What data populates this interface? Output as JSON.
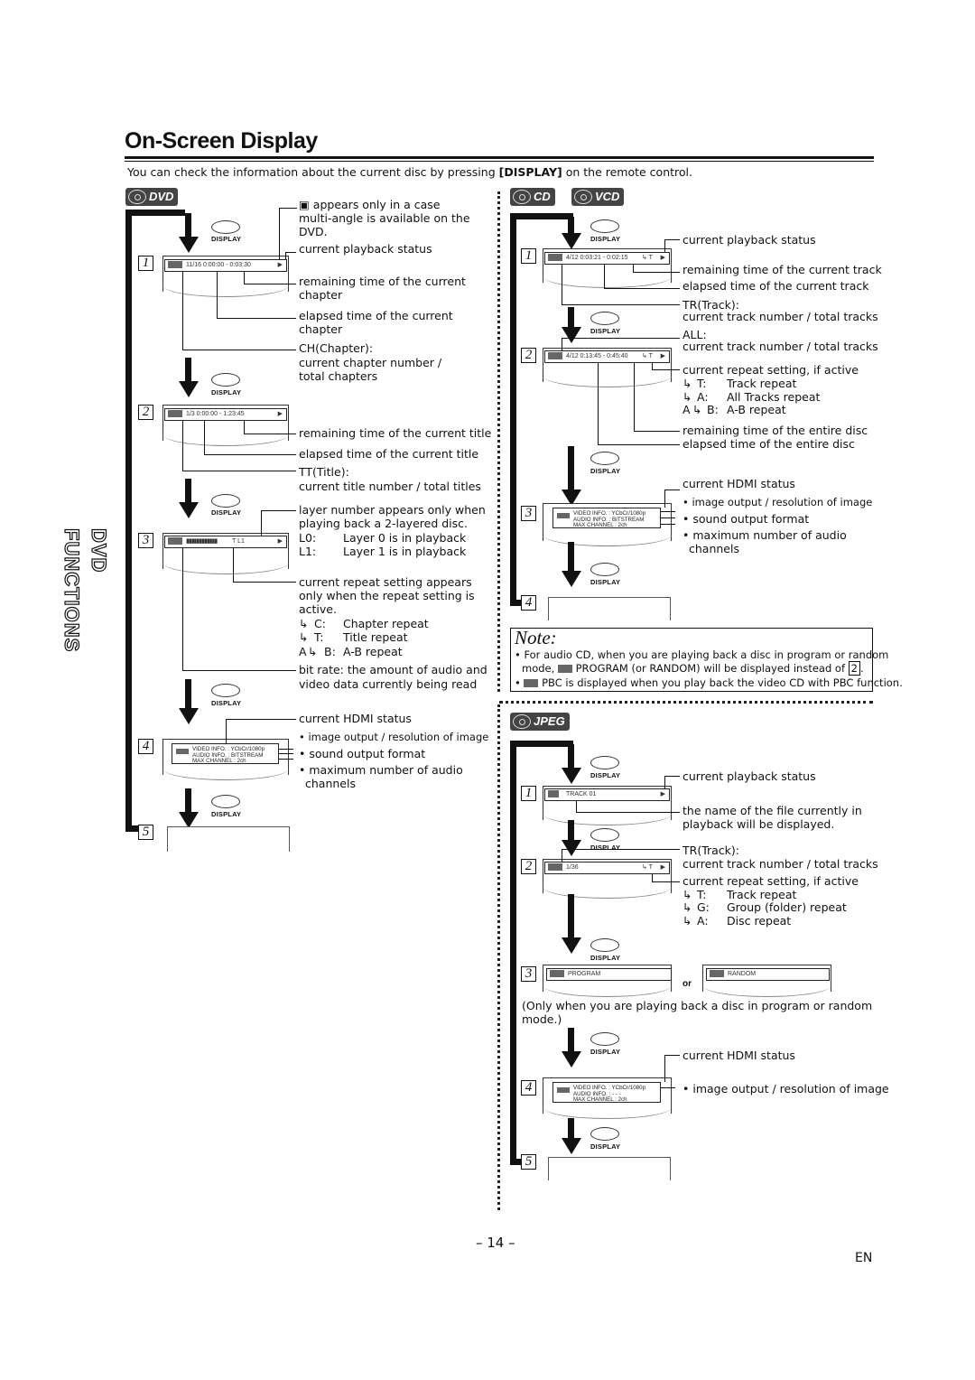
{
  "page": {
    "title": "On-Screen Display",
    "intro_pre": "You can check the information about the current disc by pressing ",
    "intro_bold": "[DISPLAY]",
    "intro_post": " on the remote control.",
    "page_number": "– 14 –",
    "lang": "EN",
    "side_label": "DVD FUNCTIONS"
  },
  "badges": {
    "dvd": "DVD",
    "cd": "CD",
    "vcd": "VCD",
    "jpeg": "JPEG"
  },
  "display_btn": "DISPLAY",
  "steps": {
    "s1": "1",
    "s2": "2",
    "s3": "3",
    "s4": "4",
    "s5": "5"
  },
  "dvd": {
    "s1_osd": "11/16  0:00:00 - 0:03:30",
    "s2_osd": "1/3    0:00:00 - 1:23:45",
    "s3_osd": "T   L1",
    "angle": "appears only in a case",
    "angle2": "multi-angle is available on the",
    "angle3": "DVD.",
    "status": "current playback status",
    "rem1": "remaining time of the current",
    "rem2": "chapter",
    "ela1": "elapsed time of the current",
    "ela2": "chapter",
    "ch": "CH(Chapter):",
    "ch2": "current chapter number /",
    "ch3": "total chapters",
    "remt": "remaining time of the current title",
    "elat": "elapsed time of the current title",
    "tt": "TT(Title):",
    "tt2": "current title number / total titles",
    "layer1": "layer number appears only when",
    "layer2": "playing back a 2-layered disc.",
    "l0k": "L0:",
    "l0v": "Layer 0 is in playback",
    "l1k": "L1:",
    "l1v": "Layer 1 is in playback",
    "rep1": "current repeat setting appears",
    "rep2": "only when the repeat setting is",
    "rep3": "active.",
    "rck": "C:",
    "rcv": "Chapter repeat",
    "rtk": "T:",
    "rtv": "Title repeat",
    "rab": "A",
    "rabk": "B:",
    "rabv": "A-B repeat",
    "bit1": "bit rate: the amount of audio and",
    "bit2": "video data currently being read",
    "hdmi": "current HDMI status",
    "img": "• image output / resolution of image",
    "snd": "• sound output format",
    "max1": "• maximum number of audio",
    "max2": "channels",
    "hv1": "VIDEO INFO.  :  YCbCr/1080p",
    "hv2": "AUDIO INFO.  :  BITSTREAM",
    "hv3": "MAX CHANNEL :  2ch"
  },
  "cd": {
    "s1_osd": "4/12  0:03:21 - 0:02:15",
    "s2_osd": "4/12  0:13:45 - 0:45:40",
    "status": "current playback status",
    "remt": "remaining time of the current track",
    "elat": "elapsed time of the current track",
    "tr": "TR(Track):",
    "tr2": "current track number / total tracks",
    "all": "ALL:",
    "all2": "current track number / total tracks",
    "rep": "current repeat setting, if active",
    "rtk": "T:",
    "rtv": "Track repeat",
    "rak": "A:",
    "rav": "All Tracks repeat",
    "rab": "A",
    "rabk": "B:",
    "rabv": "A-B repeat",
    "remd": "remaining time of the entire disc",
    "elad": "elapsed time of the entire disc",
    "hdmi": "current HDMI status",
    "img": "• image output / resolution of image",
    "snd": "• sound output format",
    "max1": "• maximum number of audio",
    "max2": "channels",
    "hv1": "VIDEO INFO.  :  YCbCr/1080p",
    "hv2": "AUDIO INFO.  :  BITSTREAM",
    "hv3": "MAX CHANNEL :  2ch"
  },
  "note": {
    "head": "Note:",
    "b1a": "• For audio CD, when you are playing back a disc in program or random",
    "b1b": "mode,",
    "b1c": "PROGRAM (or RANDOM) will be displayed instead of",
    "b1d": "2",
    "b2a": "•",
    "b2b": "PBC is displayed when you play back the video CD with PBC function."
  },
  "jpeg": {
    "s1_osd": "TRACK 01",
    "s2_osd": "1/36",
    "status": "current playback status",
    "name1": "the name of the file currently in",
    "name2": "playback will be displayed.",
    "tr": "TR(Track):",
    "tr2": "current track number / total tracks",
    "rep": "current repeat setting, if active",
    "rtk": "T:",
    "rtv": "Track repeat",
    "rgk": "G:",
    "rgv": "Group (folder) repeat",
    "rak": "A:",
    "rav": "Disc repeat",
    "prog": "PROGRAM",
    "or": "or",
    "rand": "RANDOM",
    "only1": "(Only when you are playing back a disc in program or random",
    "only2": "mode.)",
    "hdmi": "current HDMI status",
    "img": "• image output / resolution of image",
    "hv1": "VIDEO INFO.  :  YCbCr/1080p",
    "hv2": "AUDIO INFO.  :  - - -",
    "hv3": "MAX CHANNEL :  2ch"
  }
}
